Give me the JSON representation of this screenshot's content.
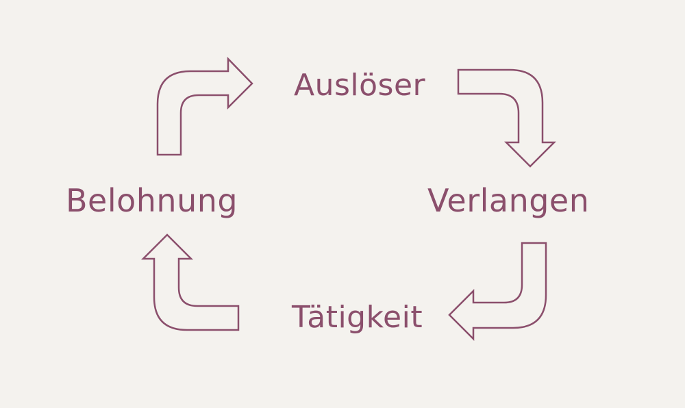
{
  "diagram": {
    "nodes": {
      "top": "Auslöser",
      "right": "Verlangen",
      "bottom": "Tätigkeit",
      "left": "Belohnung"
    },
    "colors": {
      "background": "#f4f2ee",
      "accent": "#8b4f6c"
    },
    "arrows": [
      {
        "from": "Belohnung",
        "to": "Auslöser"
      },
      {
        "from": "Auslöser",
        "to": "Verlangen"
      },
      {
        "from": "Verlangen",
        "to": "Tätigkeit"
      },
      {
        "from": "Tätigkeit",
        "to": "Belohnung"
      }
    ]
  }
}
